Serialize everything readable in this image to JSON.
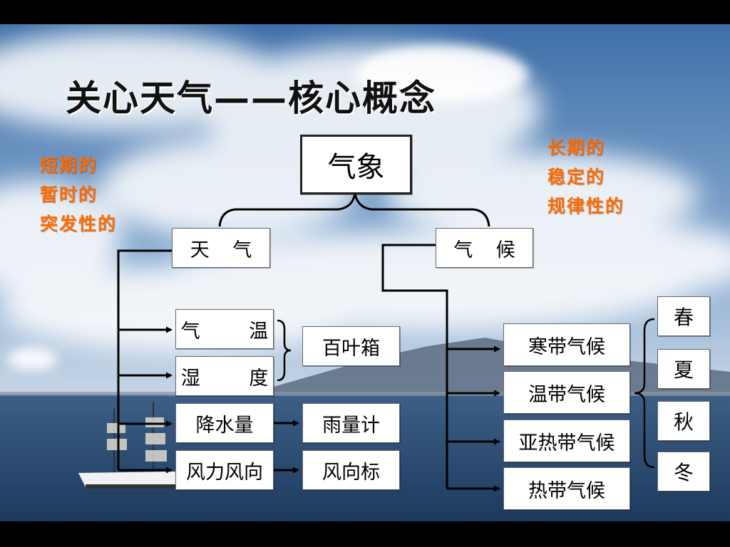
{
  "slide": {
    "title": "关心天气——核心概念",
    "short_term_note": [
      "短期的",
      "暂时的",
      "突发性的"
    ],
    "long_term_note": [
      "长期的",
      "稳定的",
      "规律性的"
    ]
  },
  "diagram": {
    "root": "气象",
    "weather": {
      "label": "天 气",
      "elements": [
        {
          "name": "气 温"
        },
        {
          "name": "湿 度"
        },
        {
          "name": "降水量",
          "instrument": "雨量计"
        },
        {
          "name": "风力风向",
          "instrument": "风向标"
        }
      ],
      "shared_instrument": "百叶箱"
    },
    "climate": {
      "label": "气 候",
      "types": [
        "寒带气候",
        "温带气候",
        "亚热带气候",
        "热带气候"
      ],
      "seasons": [
        "春",
        "夏",
        "秋",
        "冬"
      ]
    }
  },
  "colors": {
    "note": "#ff6a00",
    "line": "#000000",
    "box_fill": "#ffffff",
    "sky_top": "#3e6fa8",
    "sea": "#284a72"
  }
}
